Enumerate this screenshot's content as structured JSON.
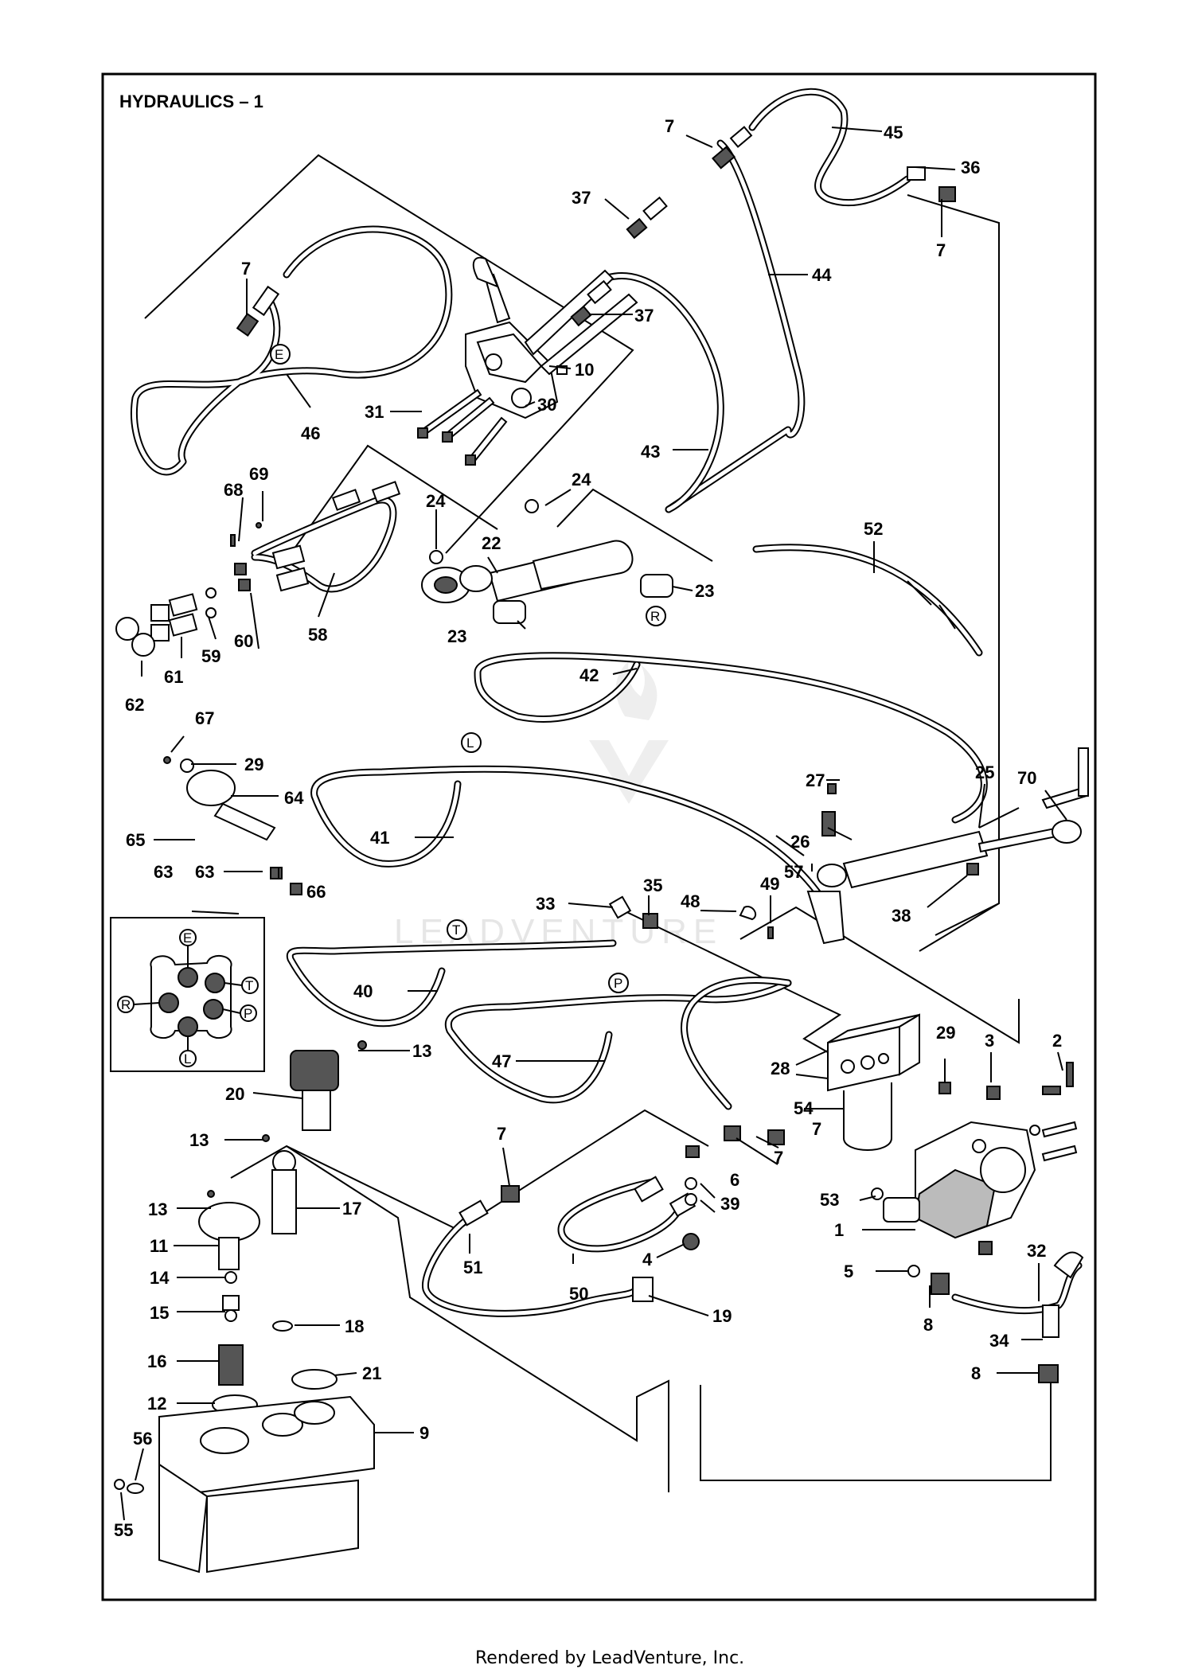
{
  "title": "HYDRAULICS – 1",
  "watermark": "LEADVENTURE",
  "footer": "Rendered by LeadVenture, Inc.",
  "port_circles": {
    "e": "E",
    "r": "R",
    "l": "L",
    "t": "T",
    "p": "P"
  },
  "inset_ports": {
    "e": "E",
    "t": "T",
    "r": "R",
    "p": "P",
    "l": "L"
  },
  "callouts": {
    "c7_top": "7",
    "c45": "45",
    "c36": "36",
    "c7_right": "7",
    "c37_top": "37",
    "c44": "44",
    "c7_left": "7",
    "c37_mid": "37",
    "c10": "10",
    "c31": "31",
    "c30": "30",
    "c46": "46",
    "c43": "43",
    "c69": "69",
    "c68": "68",
    "c24_top": "24",
    "c24_left": "24",
    "c22": "22",
    "c52": "52",
    "c23_right": "23",
    "c23_bottom": "23",
    "c58": "58",
    "c60": "60",
    "c59": "59",
    "c61": "61",
    "c62": "62",
    "c42": "42",
    "c67": "67",
    "c29_left": "29",
    "c64": "64",
    "c65": "65",
    "c63_a": "63",
    "c63_b": "63",
    "c66": "66",
    "c41": "41",
    "c27": "27",
    "c25": "25",
    "c70": "70",
    "c26": "26",
    "c57": "57",
    "c38": "38",
    "c35": "35",
    "c33": "33",
    "c48": "48",
    "c49": "49",
    "c40": "40",
    "c13_a": "13",
    "c47": "47",
    "c29_right": "29",
    "c3": "3",
    "c2": "2",
    "c28": "28",
    "c54": "54",
    "c20": "20",
    "c13_b": "13",
    "c7_low_a": "7",
    "c7_low_b": "7",
    "c7_low_c": "7",
    "c6": "6",
    "c39": "39",
    "c53": "53",
    "c17": "17",
    "c13_c": "13",
    "c11": "11",
    "c1": "1",
    "c4": "4",
    "c51": "51",
    "c50": "50",
    "c14": "14",
    "c15": "15",
    "c5": "5",
    "c32": "32",
    "c19": "19",
    "c18": "18",
    "c8_a": "8",
    "c34": "34",
    "c16": "16",
    "c21": "21",
    "c8_b": "8",
    "c12": "12",
    "c9": "9",
    "c56": "56",
    "c55": "55"
  }
}
